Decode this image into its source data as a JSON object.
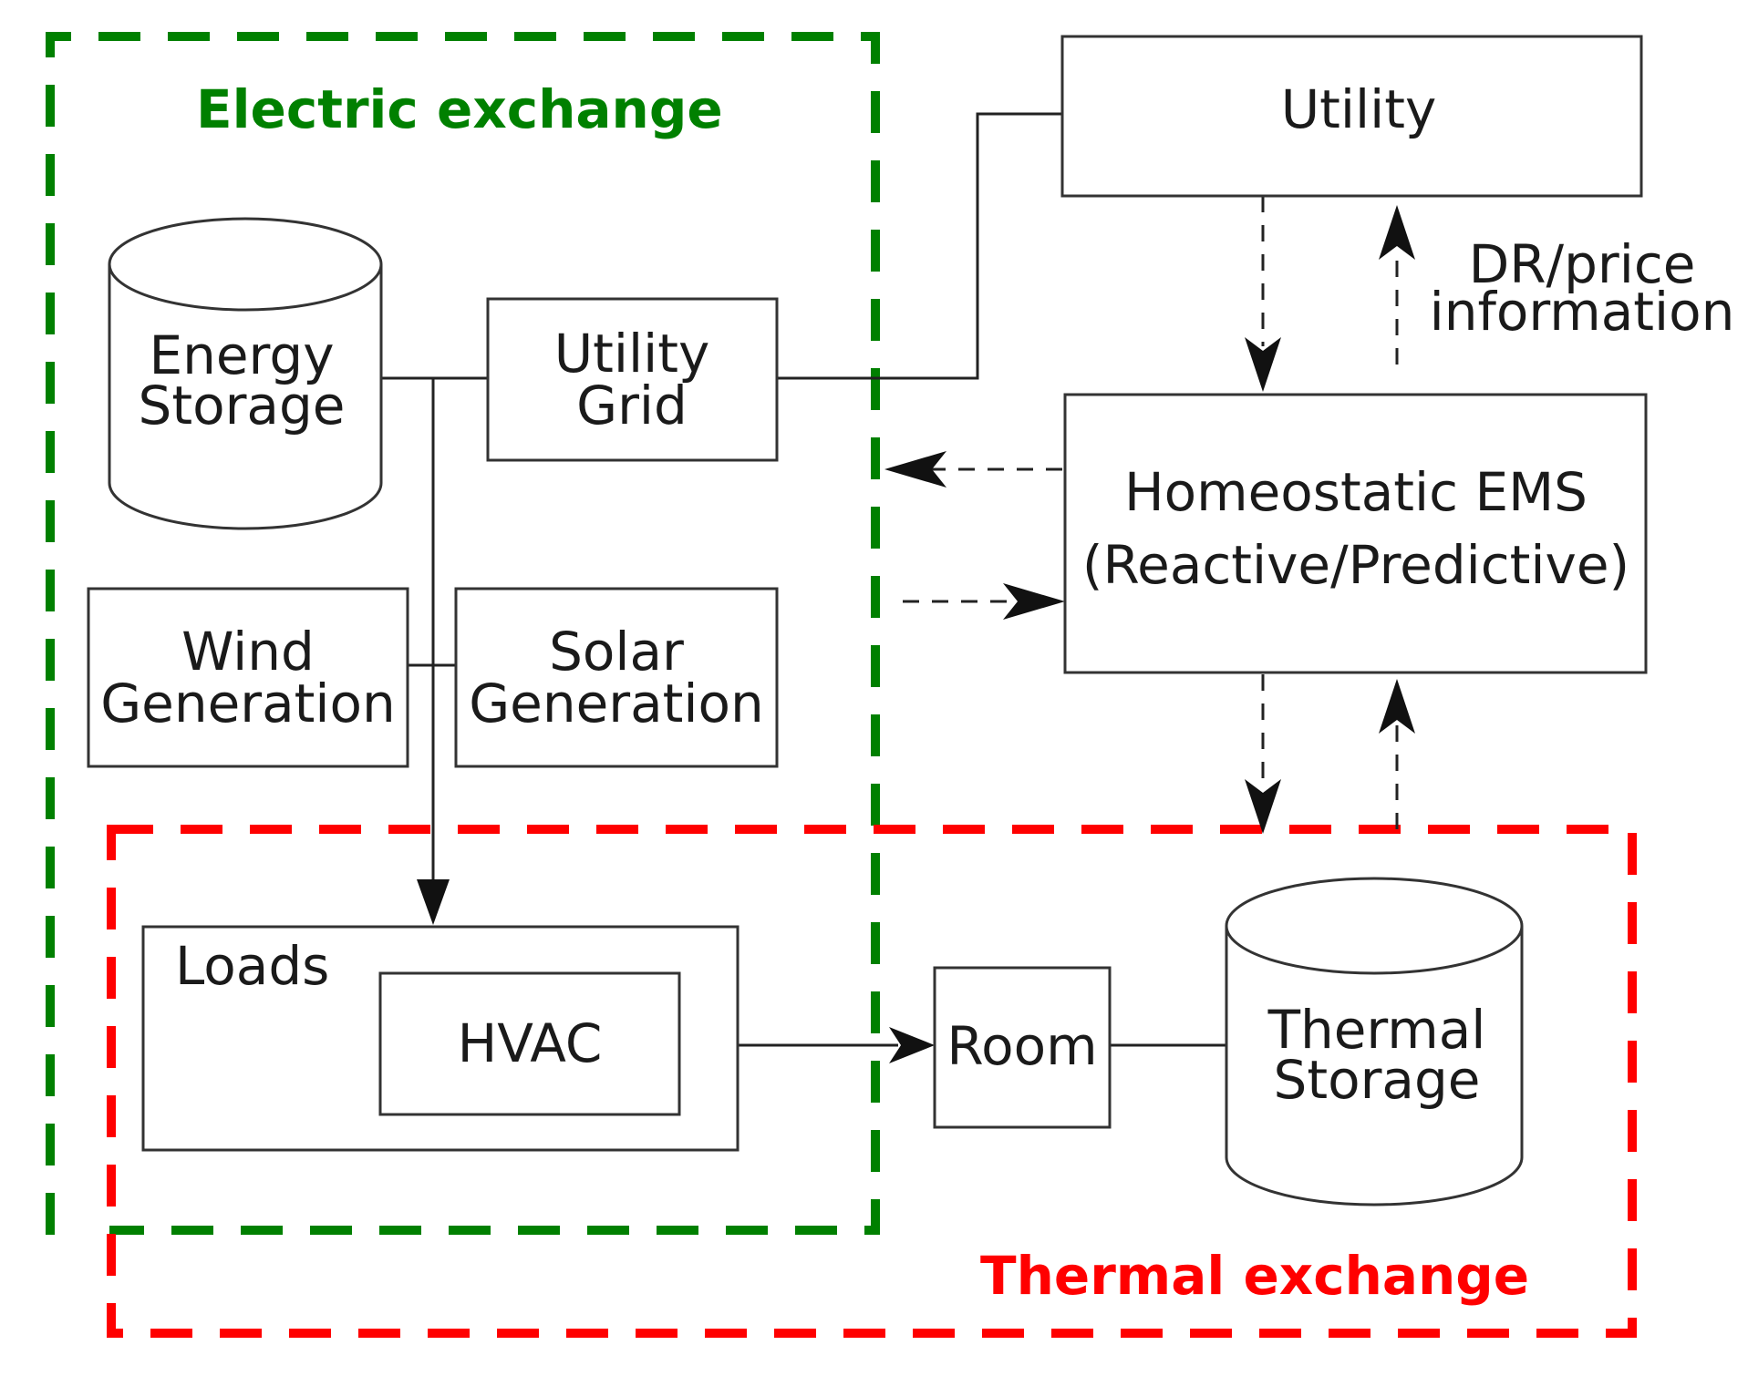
{
  "colors": {
    "electric": "#008000",
    "thermal": "#ff0000",
    "line": "#222222"
  },
  "regions": {
    "electric": "Electric exchange",
    "thermal": "Thermal exchange"
  },
  "nodes": {
    "utility": "Utility",
    "energy_storage": [
      "Energy",
      "Storage"
    ],
    "utility_grid": [
      "Utility",
      "Grid"
    ],
    "wind_generation": [
      "Wind",
      "Generation"
    ],
    "solar_generation": [
      "Solar",
      "Generation"
    ],
    "ems": [
      "Homeostatic EMS",
      "(Reactive/Predictive)"
    ],
    "loads": "Loads",
    "hvac": "HVAC",
    "room": "Room",
    "thermal_storage": [
      "Thermal",
      "Storage"
    ]
  },
  "annotations": {
    "dr_price": [
      "DR/price",
      "information"
    ]
  }
}
